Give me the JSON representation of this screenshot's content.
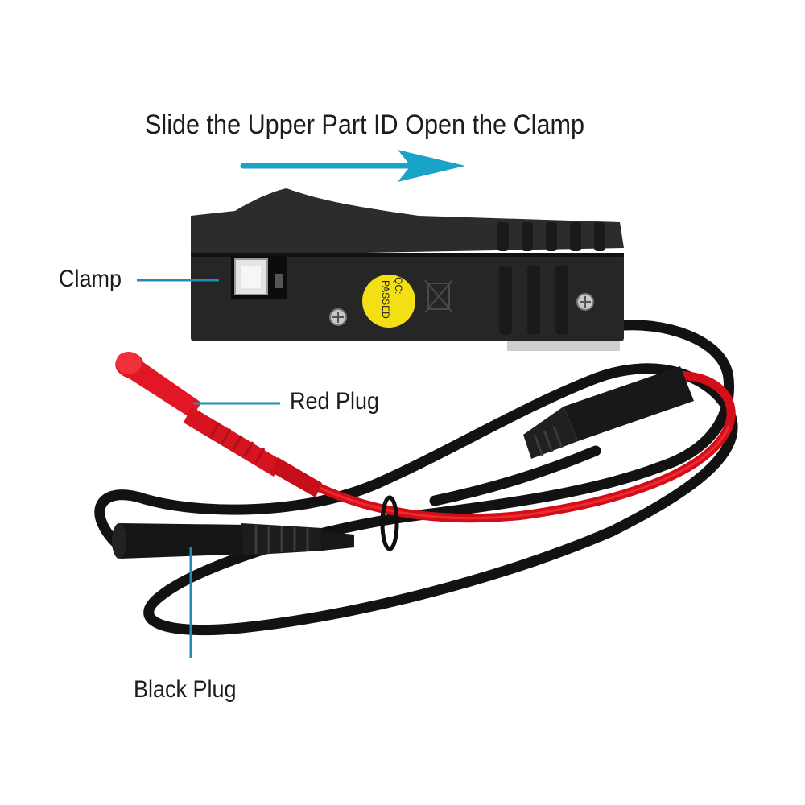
{
  "caption": {
    "instruction": "Slide the Upper Part ID Open the Clamp"
  },
  "labels": {
    "clamp": "Clamp",
    "red_plug": "Red Plug",
    "black_plug": "Black Plug"
  },
  "sticker": {
    "line1": "QC:",
    "line2": "PASSED"
  },
  "colors": {
    "accent_arrow": "#1aa3c8",
    "pointer_line": "#1b8fb5",
    "device_body": "#2a2a2a",
    "sticker": "#f4e21a",
    "red_wire": "#e0111b",
    "black_wire": "#141414"
  }
}
